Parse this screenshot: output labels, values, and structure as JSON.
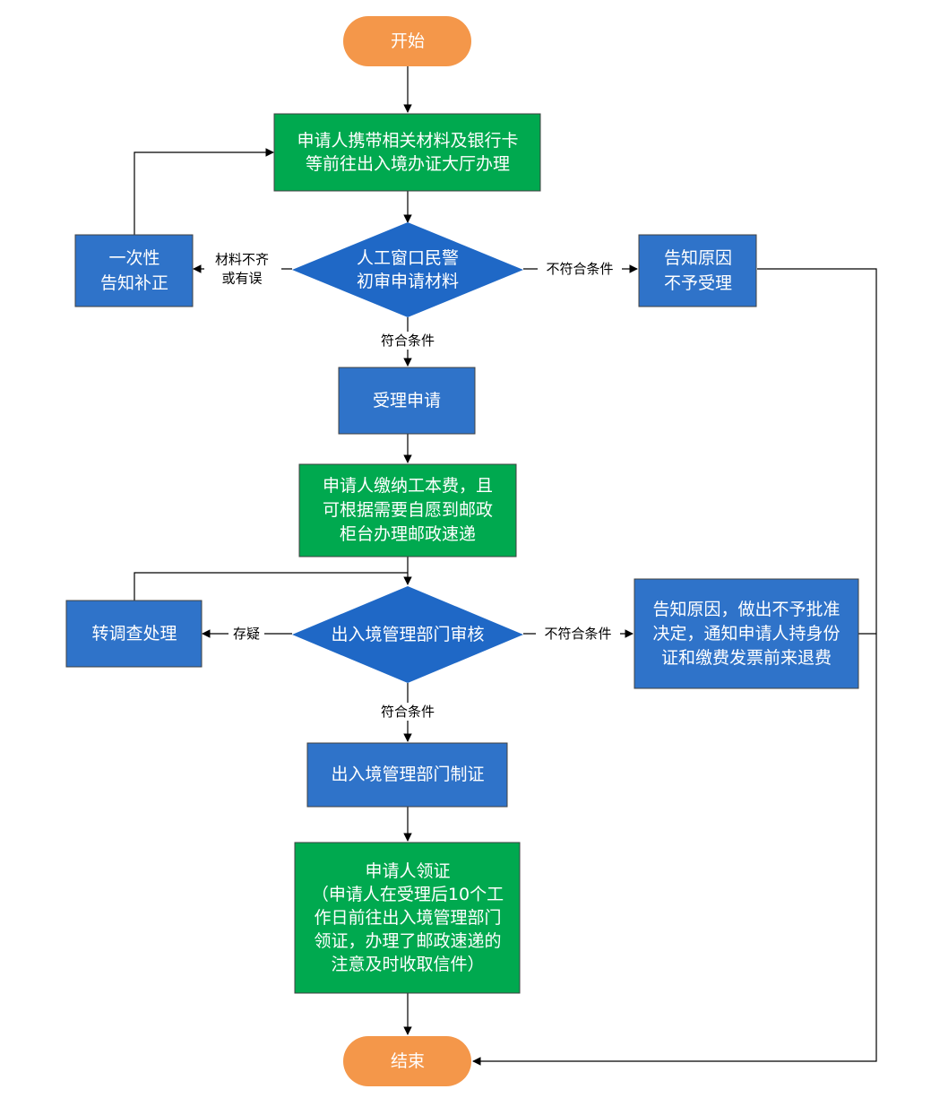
{
  "colors": {
    "terminal": "#F4974A",
    "process_green": "#00A94F",
    "process_blue": "#2F73C9",
    "decision_blue": "#1F68C6",
    "border": "#404040",
    "line": "#000000"
  },
  "nodes": {
    "start": {
      "lines": [
        "开始"
      ]
    },
    "apply": {
      "lines": [
        "申请人携带相关材料及银行卡",
        "等前往出入境办证大厅办理"
      ]
    },
    "review1": {
      "lines": [
        "人工窗口民警",
        "初审申请材料"
      ]
    },
    "supplement": {
      "lines": [
        "一次性",
        "告知补正"
      ]
    },
    "reject1": {
      "lines": [
        "告知原因",
        "不予受理"
      ]
    },
    "accept": {
      "lines": [
        "受理申请"
      ]
    },
    "pay": {
      "lines": [
        "申请人缴纳工本费，且",
        "可根据需要自愿到邮政",
        "柜台办理邮政速递"
      ]
    },
    "review2": {
      "lines": [
        "出入境管理部门审核"
      ]
    },
    "investigate": {
      "lines": [
        "转调查处理"
      ]
    },
    "reject2": {
      "lines": [
        "告知原因，做出不予批准",
        "决定，通知申请人持身份",
        "证和缴费发票前来退费"
      ]
    },
    "make": {
      "lines": [
        "出入境管理部门制证"
      ]
    },
    "collect": {
      "lines": [
        "申请人领证",
        "（申请人在受理后10个工",
        "作日前往出入境管理部门",
        "领证，办理了邮政速递的",
        "注意及时收取信件）"
      ]
    },
    "end": {
      "lines": [
        "结束"
      ]
    }
  },
  "edge_labels": {
    "incomplete": [
      "材料不齐",
      "或有误"
    ],
    "unqualified1": [
      "不符合条件"
    ],
    "qualified1": [
      "符合条件"
    ],
    "doubt": [
      "存疑"
    ],
    "unqualified2": [
      "不符合条件"
    ],
    "qualified2": [
      "符合条件"
    ]
  }
}
